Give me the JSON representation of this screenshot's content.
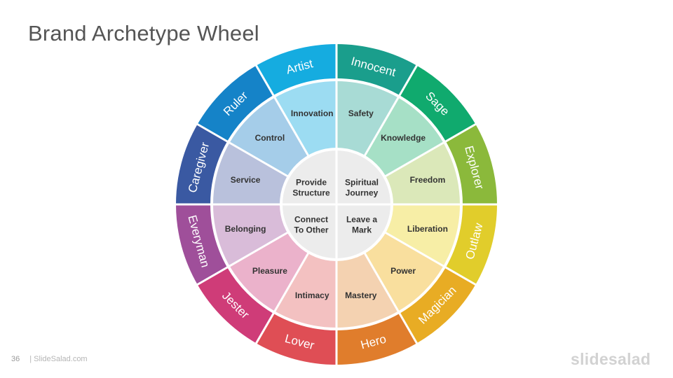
{
  "title": "Brand Archetype Wheel",
  "footer": {
    "page_number": "36",
    "site": "| SlideSalad.com"
  },
  "brand": "slidesalad",
  "wheel": {
    "outer": [
      {
        "label": "Innocent",
        "color": "#1a9e8c"
      },
      {
        "label": "Sage",
        "color": "#10aa6e"
      },
      {
        "label": "Explorer",
        "color": "#8bb93b"
      },
      {
        "label": "Outlaw",
        "color": "#e1cd2b"
      },
      {
        "label": "Magician",
        "color": "#e8ac24"
      },
      {
        "label": "Hero",
        "color": "#e07d2c"
      },
      {
        "label": "Lover",
        "color": "#df4e55"
      },
      {
        "label": "Jester",
        "color": "#cf3c78"
      },
      {
        "label": "Everyman",
        "color": "#9f4f9a"
      },
      {
        "label": "Caregiver",
        "color": "#3a59a2"
      },
      {
        "label": "Ruler",
        "color": "#1583c8"
      },
      {
        "label": "Artist",
        "color": "#15ace0"
      }
    ],
    "middle": [
      {
        "label": "Safety",
        "color": "#a8dbd5"
      },
      {
        "label": "Knowledge",
        "color": "#a6e0c6"
      },
      {
        "label": "Freedom",
        "color": "#dbe8b9"
      },
      {
        "label": "Liberation",
        "color": "#f7eea6"
      },
      {
        "label": "Power",
        "color": "#f9df9e"
      },
      {
        "label": "Mastery",
        "color": "#f4d2b1"
      },
      {
        "label": "Intimacy",
        "color": "#f3c1c1"
      },
      {
        "label": "Pleasure",
        "color": "#ebb2cb"
      },
      {
        "label": "Belonging",
        "color": "#d9bcd9"
      },
      {
        "label": "Service",
        "color": "#b9c1dc"
      },
      {
        "label": "Control",
        "color": "#a5cde9"
      },
      {
        "label": "Innovation",
        "color": "#9cdcf2"
      }
    ],
    "center": [
      {
        "lines": [
          "Spiritual",
          "Journey"
        ]
      },
      {
        "lines": [
          "Leave a",
          "Mark"
        ]
      },
      {
        "lines": [
          "Connect",
          "To Other"
        ]
      },
      {
        "lines": [
          "Provide",
          "Structure"
        ]
      }
    ],
    "center_color": "#ececec"
  }
}
